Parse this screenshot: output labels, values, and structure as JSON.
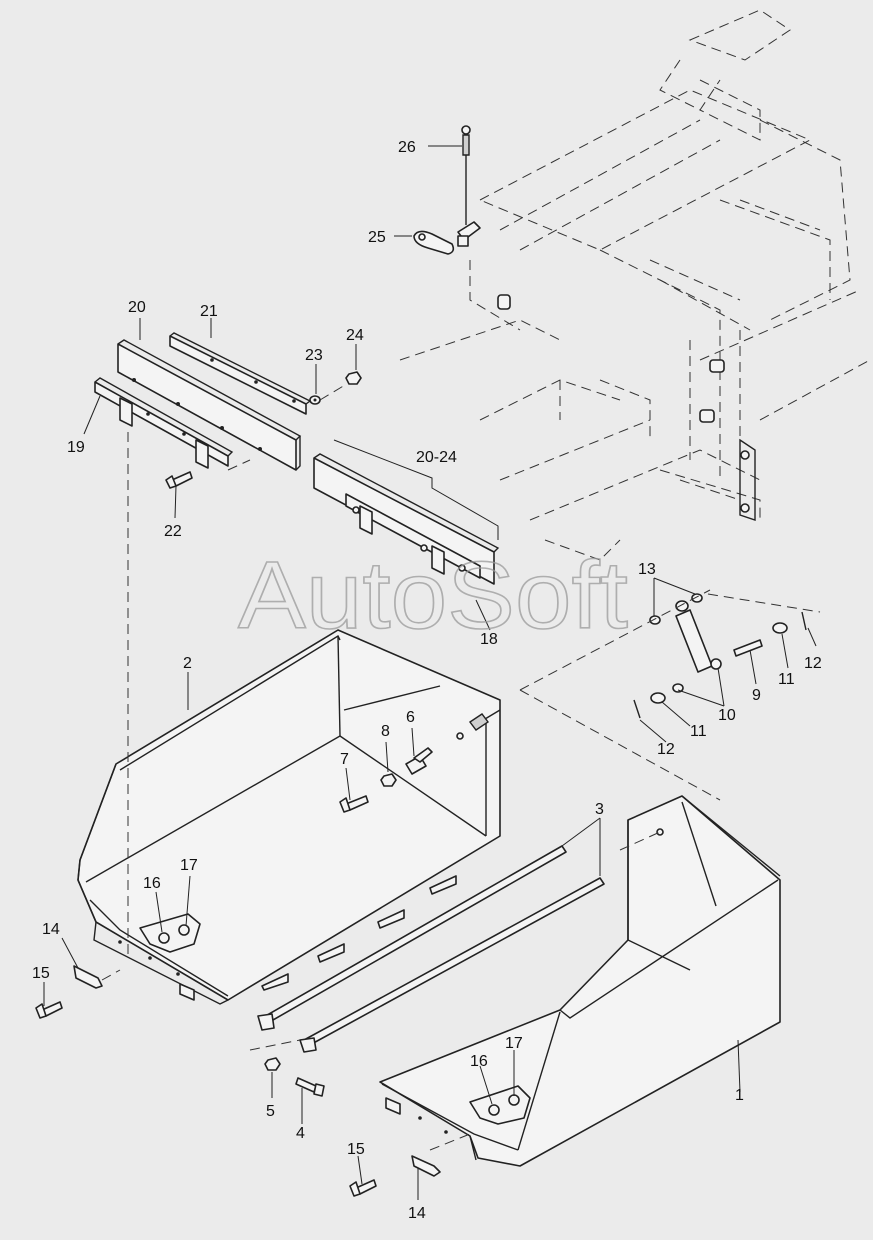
{
  "watermark": "AutoSoft",
  "callouts": {
    "c1": "1",
    "c2": "2",
    "c3": "3",
    "c4": "4",
    "c5": "5",
    "c6": "6",
    "c7": "7",
    "c8": "8",
    "c9": "9",
    "c10": "10",
    "c11a": "11",
    "c11b": "11",
    "c12a": "12",
    "c12b": "12",
    "c13": "13",
    "c14a": "14",
    "c14b": "14",
    "c15a": "15",
    "c15b": "15",
    "c16a": "16",
    "c16b": "16",
    "c17a": "17",
    "c17b": "17",
    "c18": "18",
    "c19": "19",
    "c20": "20",
    "c20_24": "20-24",
    "c21": "21",
    "c22": "22",
    "c23": "23",
    "c24": "24",
    "c25": "25",
    "c26": "26"
  }
}
